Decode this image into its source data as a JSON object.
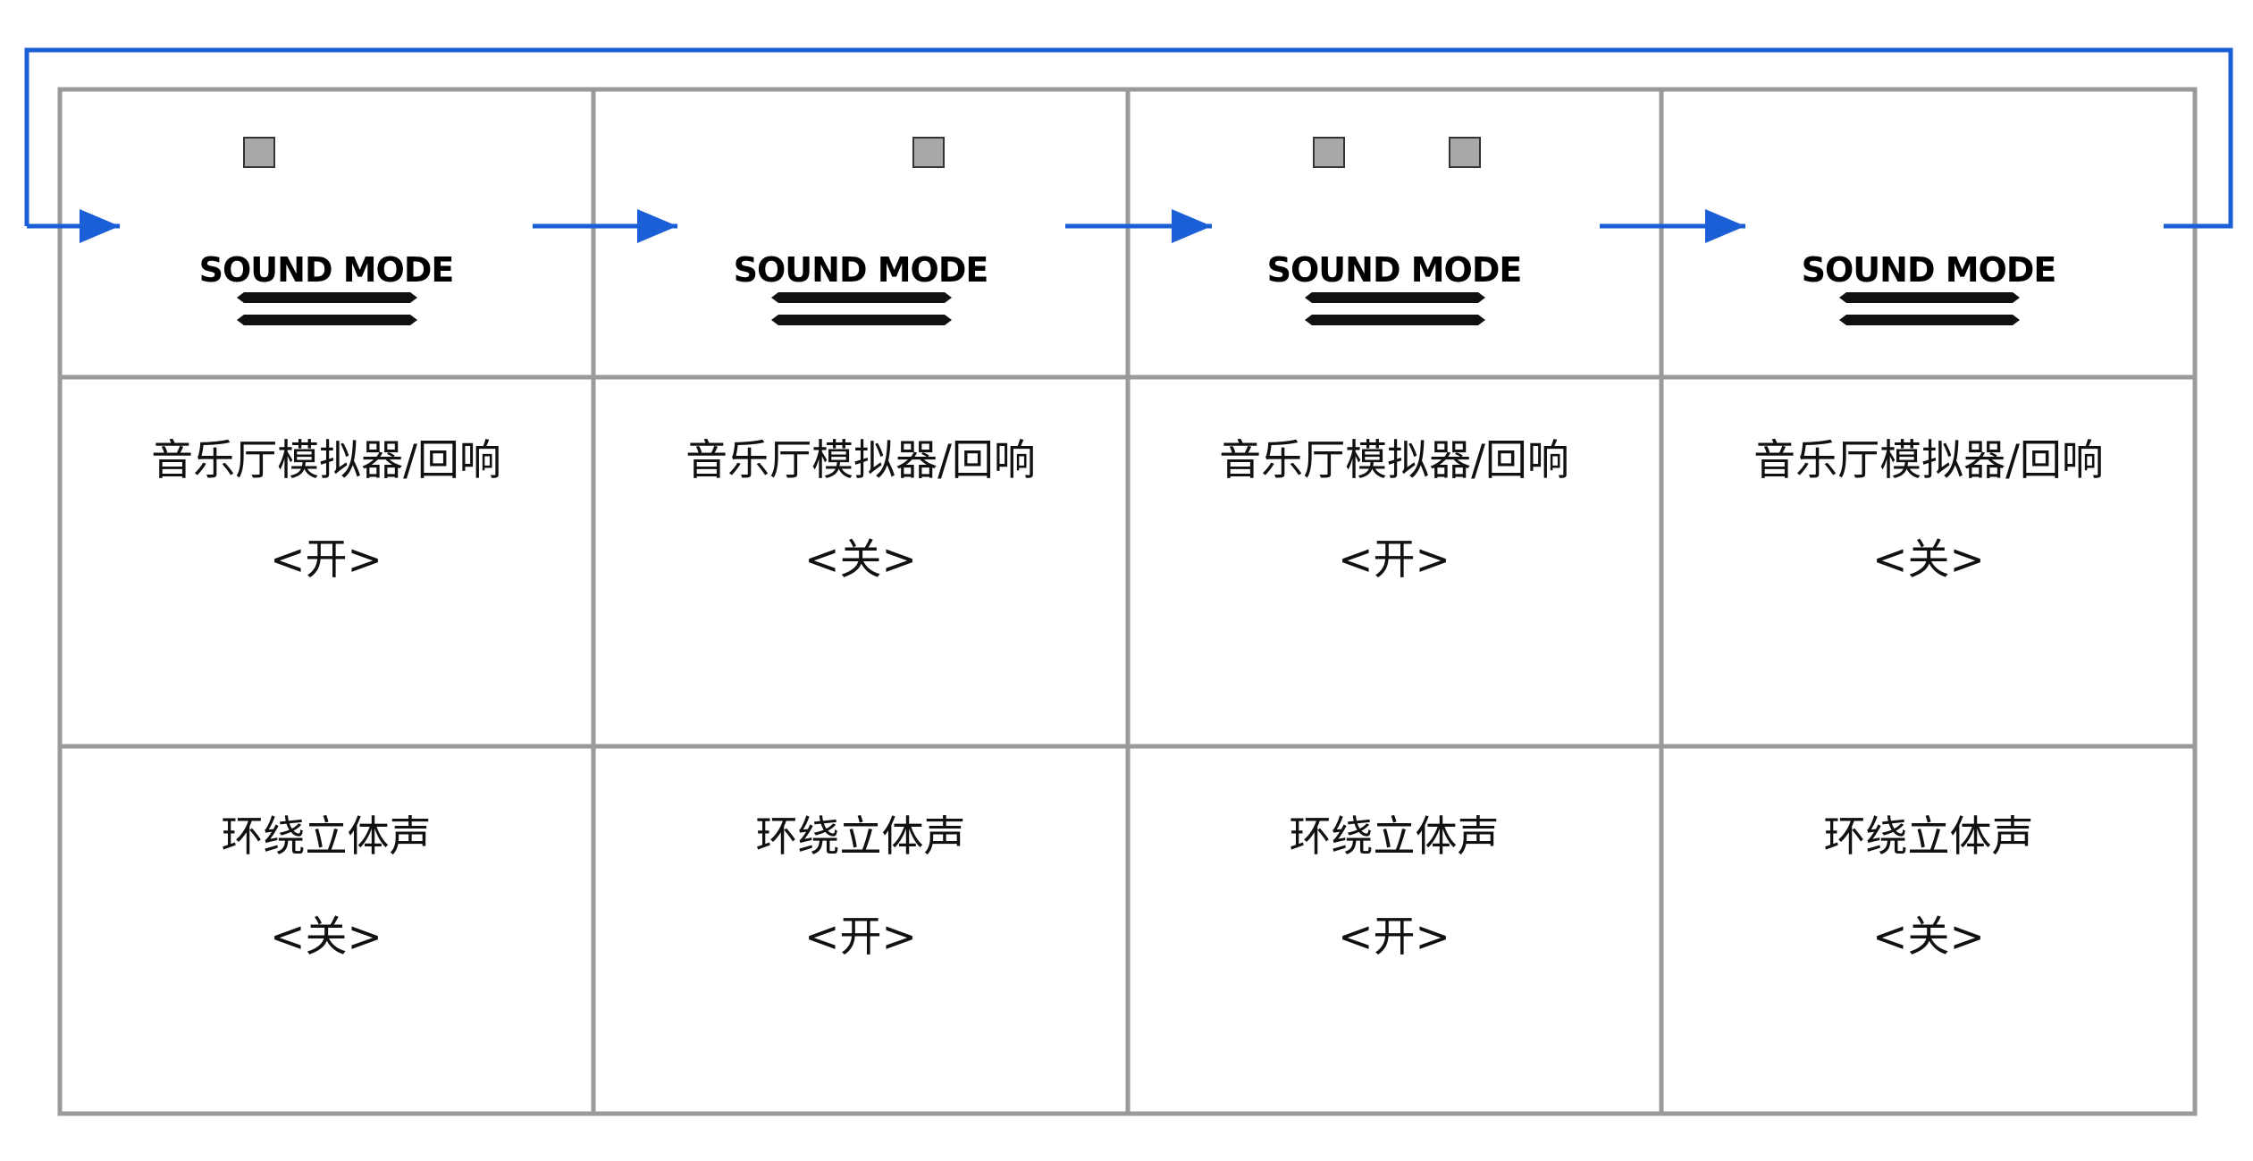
{
  "sound_mode_label": "SOUND MODE",
  "colors": {
    "grid": "#9a9a9a",
    "arrow": "#1a5fd6",
    "indicator_fill": "#a8a8a8",
    "indicator_stroke": "#333333"
  },
  "columns": [
    {
      "indicators": [
        "left"
      ],
      "effect_1": {
        "name": "音乐厅模拟器/回响",
        "state": "<开>"
      },
      "effect_2": {
        "name": "环绕立体声",
        "state": "<关>"
      }
    },
    {
      "indicators": [
        "right"
      ],
      "effect_1": {
        "name": "音乐厅模拟器/回响",
        "state": "<关>"
      },
      "effect_2": {
        "name": "环绕立体声",
        "state": "<开>"
      }
    },
    {
      "indicators": [
        "left",
        "right"
      ],
      "effect_1": {
        "name": "音乐厅模拟器/回响",
        "state": "<开>"
      },
      "effect_2": {
        "name": "环绕立体声",
        "state": "<开>"
      }
    },
    {
      "indicators": [],
      "effect_1": {
        "name": "音乐厅模拟器/回响",
        "state": "<关>"
      },
      "effect_2": {
        "name": "环绕立体声",
        "state": "<关>"
      }
    }
  ]
}
